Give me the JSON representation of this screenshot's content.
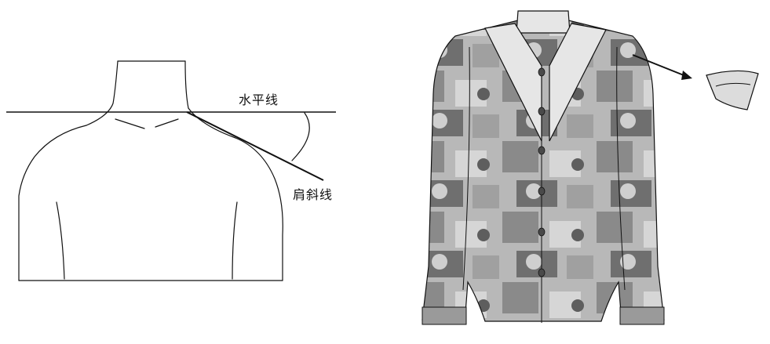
{
  "diagram": {
    "labels": {
      "horizontal_line": "水平线",
      "shoulder_slope_line": "肩斜线"
    }
  },
  "colors": {
    "line": "#111111",
    "shirt_base": "#b8b8b8",
    "shirt_dark": "#7a7a7a",
    "shirt_light": "#dcdcdc",
    "collar": "#e6e6e6",
    "button": "#4a4a4a"
  },
  "icons": {
    "torso": "shoulder-torso-outline",
    "shirt": "printed-blouse",
    "pad": "shoulder-pad-icon"
  }
}
